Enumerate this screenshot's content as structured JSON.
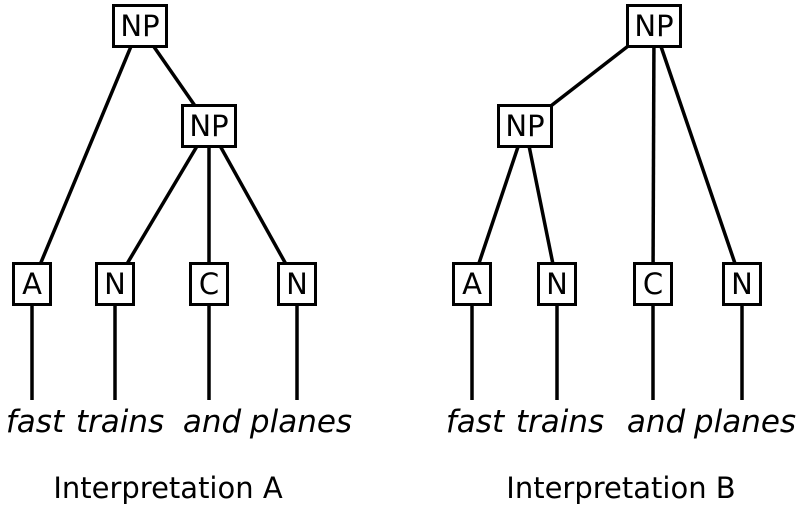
{
  "colors": {
    "ink": "#000000",
    "background": "#ffffff"
  },
  "trees": [
    {
      "caption": "Interpretation A",
      "root_label": "NP",
      "inner_label": "NP",
      "leaves": [
        {
          "tag": "A",
          "word": "fast"
        },
        {
          "tag": "N",
          "word": "trains"
        },
        {
          "tag": "C",
          "word": "and"
        },
        {
          "tag": "N",
          "word": "planes"
        }
      ]
    },
    {
      "caption": "Interpretation B",
      "root_label": "NP",
      "inner_label": "NP",
      "leaves": [
        {
          "tag": "A",
          "word": "fast"
        },
        {
          "tag": "N",
          "word": "trains"
        },
        {
          "tag": "C",
          "word": "and"
        },
        {
          "tag": "N",
          "word": "planes"
        }
      ]
    }
  ]
}
